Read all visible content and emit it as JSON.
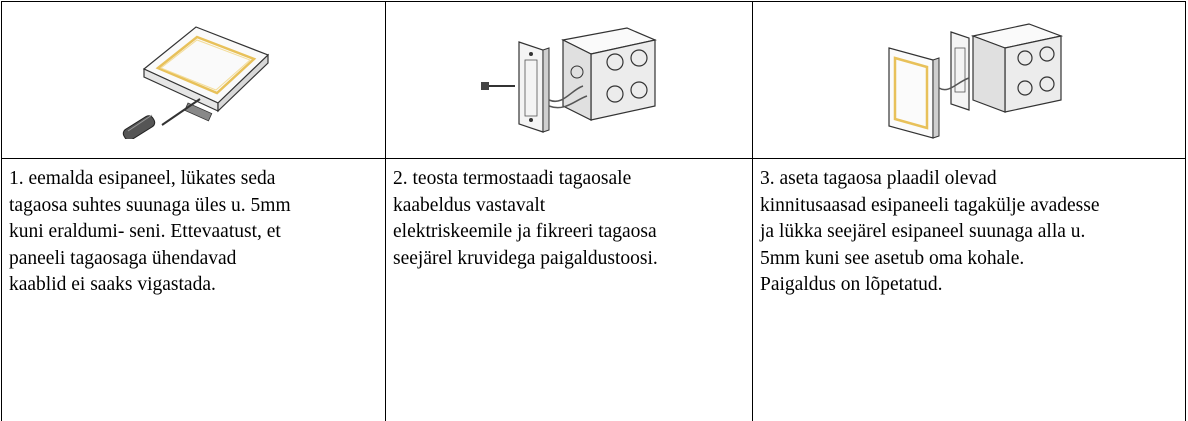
{
  "steps": [
    {
      "number": "1.",
      "text": "1. eemalda esipaneel, lükates seda\ntagaosa suhtes suunaga üles u. 5mm\nkuni eraldumi- seni. Ettevaatust, et\npaneeli tagaosaga ühendavad\nkaablid ei saaks vigastada."
    },
    {
      "number": "2.",
      "text": "2. teosta termostaadi tagaosale\nkaabeldus vastavalt\nelektriskeemile ja fikreeri tagaosa\nseejärel kruvidega paigaldustoosi."
    },
    {
      "number": "3.",
      "text": "3. aseta tagaosa plaadil olevad\nkinnitusaasad esipaneeli tagakülje avadesse\nja lükka seejärel esipaneel suunaga alla u.\n5mm kuni see asetub oma kohale.\nPaigaldus on lõpetatud."
    }
  ],
  "colors": {
    "border": "#000000",
    "panel_glow": "#e8c15a",
    "line_art": "#333333"
  },
  "icons": [
    "thermostat-screwdriver-illustration",
    "junction-box-mounting-illustration",
    "panel-attach-illustration"
  ]
}
